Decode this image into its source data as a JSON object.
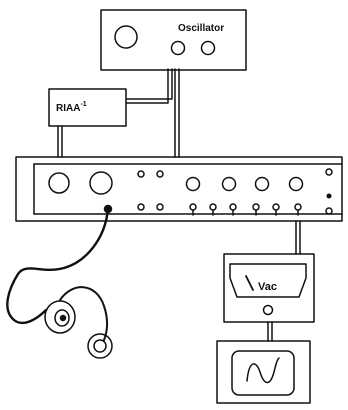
{
  "diagram": {
    "oscillator_label": "Oscillator",
    "riaa_label": "RIAA",
    "riaa_superscript": "-1",
    "meter_label": "Vac"
  },
  "colors": {
    "ink": "#111111",
    "background": "#ffffff"
  }
}
